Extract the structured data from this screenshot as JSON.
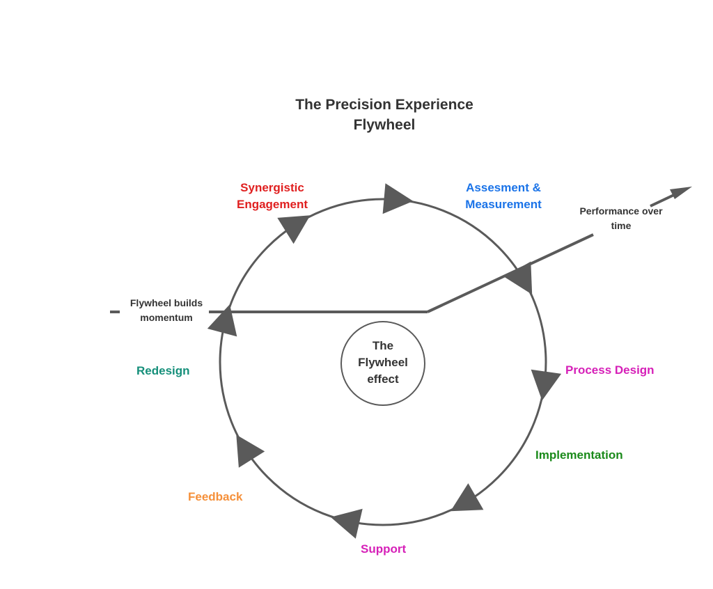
{
  "title": {
    "line1": "The Precision Experience",
    "line2": "Flywheel"
  },
  "center": {
    "line1": "The",
    "line2": "Flywheel",
    "line3": "effect"
  },
  "stages": {
    "synergistic": {
      "line1": "Synergistic",
      "line2": "Engagement",
      "color": "#e02020"
    },
    "assessment": {
      "line1": "Assesment &",
      "line2": "Measurement",
      "color": "#1a73e8"
    },
    "process_design": {
      "label": "Process Design",
      "color": "#d620b8"
    },
    "implementation": {
      "label": "Implementation",
      "color": "#1a8a1a"
    },
    "support": {
      "label": "Support",
      "color": "#d620b8"
    },
    "feedback": {
      "label": "Feedback",
      "color": "#f5903a"
    },
    "redesign": {
      "label": "Redesign",
      "color": "#158f7a"
    }
  },
  "notes": {
    "performance": {
      "line1": "Performance over",
      "line2": "time"
    },
    "momentum": {
      "line1": "Flywheel builds",
      "line2": "momentum"
    }
  },
  "colors": {
    "lines": "#5a5a5a",
    "text": "#333333"
  }
}
